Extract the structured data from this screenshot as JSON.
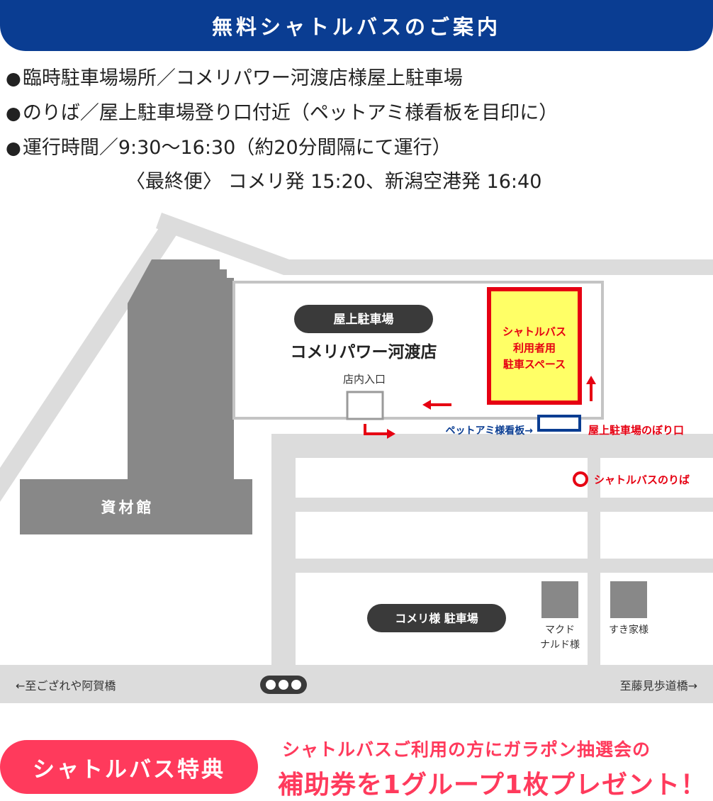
{
  "header": {
    "title": "無料シャトルバスのご案内"
  },
  "info": {
    "bullet": "●",
    "line1": "臨時駐車場場所／コメリパワー河渡店様屋上駐車場",
    "line2": "のりば／屋上駐車場登り口付近（ペットアミ様看板を目印に）",
    "line3": "運行時間／9:30〜16:30（約20分間隔にて運行）",
    "line4": "〈最終便〉 コメリ発 15:20、新潟空港発 16:40"
  },
  "map": {
    "rooftop_badge": "屋上駐車場",
    "store_name": "コメリパワー河渡店",
    "entrance_label": "店内入口",
    "shuttle_space": [
      "シャトルバス",
      "利用者用",
      "駐車スペース"
    ],
    "petami_sign_label": "ペットアミ様看板→",
    "rooftop_ramp_label": "屋上駐車場のぼり口",
    "bus_stop_label": "シャトルバスのりば",
    "materials_building": "資材館",
    "komeri_parking": "コメリ様 駐車場",
    "mcdonalds": [
      "マクド",
      "ナルド様"
    ],
    "sukiya": "すき家様",
    "to_left": "←至ござれや阿賀橋",
    "to_right": "至藤見歩道橋→"
  },
  "benefit": {
    "pill_label": "シャトルバス特典",
    "line1": "シャトルバスご利用の方にガラポン抽選会の",
    "line2": "補助券を1グループ1枚プレゼント！"
  },
  "colors": {
    "navy": "#0a3d92",
    "red": "#e60012",
    "pink": "#ff3a5c",
    "yellow": "#ffff66",
    "road": "#dcdcdc",
    "building": "#888888",
    "badge": "#3a3a3a"
  }
}
